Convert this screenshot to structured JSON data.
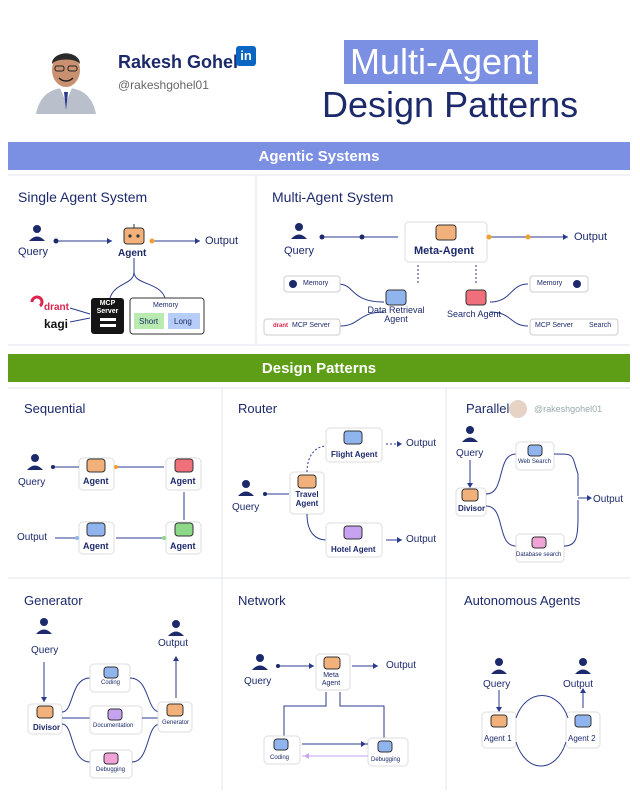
{
  "author": {
    "name": "Rakesh Gohel",
    "handle": "@rakeshgohel01",
    "linkedin_icon": "linkedin-icon"
  },
  "title": {
    "line1": "Multi-Agent",
    "line2": "Design Patterns"
  },
  "sections": {
    "agentic": "Agentic Systems",
    "design": "Design Patterns"
  },
  "single": {
    "title": "Single Agent System",
    "query": "Query",
    "agent": "Agent",
    "output": "Output",
    "qdrant": "drant",
    "kagi": "kagi",
    "mcp": "MCP Server",
    "memory": "Memory",
    "short": "Short",
    "long": "Long"
  },
  "multi": {
    "title": "Multi-Agent System",
    "query": "Query",
    "meta": "Meta-Agent",
    "output": "Output",
    "memory_left": "Memory",
    "memory_right": "Memory",
    "data_agent": "Data Retrieval Agent",
    "search_agent": "Search Agent",
    "mcp_left": "MCP Server",
    "mcp_left_brand": "drant",
    "mcp_right": "MCP Server",
    "search_brand": "Search"
  },
  "sequential": {
    "title": "Sequential",
    "query": "Query",
    "output": "Output",
    "agent": "Agent"
  },
  "router": {
    "title": "Router",
    "query": "Query",
    "travel": "Travel Agent",
    "flight": "Flight Agent",
    "hotel": "Hotel Agent",
    "output": "Output"
  },
  "parallel": {
    "title": "Parallel",
    "watermark": "@rakeshgohel01",
    "query": "Query",
    "divisor": "Divisor",
    "web": "Web Search",
    "db": "Database search",
    "output": "Output"
  },
  "generator": {
    "title": "Generator",
    "query": "Query",
    "divisor": "Divisor",
    "coding": "Coding",
    "documentation": "Documentation",
    "debugging": "Debugging",
    "generator": "Generator",
    "output": "Output"
  },
  "network": {
    "title": "Network",
    "query": "Query",
    "meta": "Meta Agent",
    "output": "Output",
    "coding": "Coding",
    "debugging": "Debugging"
  },
  "autonomous": {
    "title": "Autonomous Agents",
    "query": "Query",
    "output": "Output",
    "agent1": "Agent 1",
    "agent2": "Agent 2"
  },
  "colors": {
    "navy": "#1c2a6b",
    "blue_bar": "#7b8fe3",
    "green_bar": "#5e9e16",
    "orange": "#f0a030",
    "agent_orange": "#f2b07a",
    "agent_red": "#ef6f7a",
    "agent_blue": "#8fb4ee",
    "agent_green": "#8ed88a",
    "agent_purple": "#c7a2f0",
    "agent_pink": "#f1a3d7"
  }
}
